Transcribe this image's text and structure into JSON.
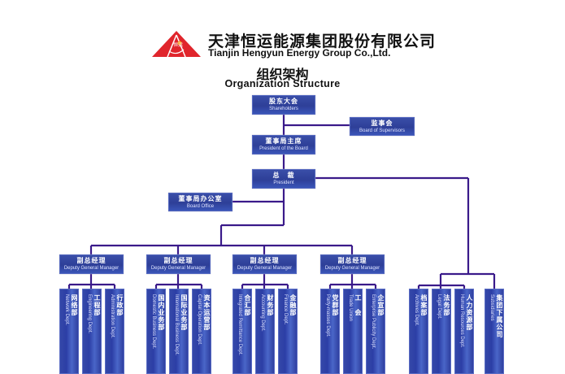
{
  "header": {
    "company_cn": "天津恒运能源集团股份有限公司",
    "company_en": "Tianjin Hengyun Energy Group Co.,Ltd.",
    "title_cn": "组织架构",
    "title_en": "Organization Structure",
    "logo_text": "恒运"
  },
  "colors": {
    "box": "#2e3f98",
    "line": "#3a1a8a",
    "logo": "#e0252c"
  },
  "nodes": {
    "shareholders": {
      "cn": "股东大会",
      "en": "Shareholders"
    },
    "supervisors": {
      "cn": "监事会",
      "en": "Board of Supervisors"
    },
    "chairman": {
      "cn": "董事局主席",
      "en": "President of the Board"
    },
    "president": {
      "cn": "总　裁",
      "en": "President"
    },
    "board_office": {
      "cn": "董事局办公室",
      "en": "Board Office"
    }
  },
  "deputies": [
    {
      "cn": "副总经理",
      "en": "Deputy General Manager",
      "depts": [
        {
          "cn": "网络部",
          "en": "Network Dept."
        },
        {
          "cn": "工程部",
          "en": "Engineering Dept."
        },
        {
          "cn": "行政部",
          "en": "Administration Dept."
        }
      ]
    },
    {
      "cn": "副总经理",
      "en": "Deputy General Manager",
      "depts": [
        {
          "cn": "国内业务部",
          "en": "Domestic Business Dept."
        },
        {
          "cn": "国际业务部",
          "en": "International Business Dept."
        },
        {
          "cn": "资本运营部",
          "en": "Capital Operation Dept."
        }
      ]
    },
    {
      "cn": "副总经理",
      "en": "Deputy General Manager",
      "depts": [
        {
          "cn": "合汇部",
          "en": "Integrated Remittance Dept."
        },
        {
          "cn": "财务部",
          "en": "Accounting Dept."
        },
        {
          "cn": "金融部",
          "en": "Finance Dept."
        }
      ]
    },
    {
      "cn": "副总经理",
      "en": "Deputy General Manager",
      "depts": [
        {
          "cn": "党群部",
          "en": "Party-masses Dept."
        },
        {
          "cn": "工　会",
          "en": "Trade Union"
        },
        {
          "cn": "企宣部",
          "en": "Enterprise Publicity Dept."
        }
      ]
    }
  ],
  "direct_depts": [
    {
      "cn": "档案部",
      "en": "Archives Dept."
    },
    {
      "cn": "法务部",
      "en": "Legal Dept."
    },
    {
      "cn": "人力资源部",
      "en": "Human Resources Dept."
    },
    {
      "cn": "集团下属公司",
      "en": "Subsidiaries"
    }
  ]
}
